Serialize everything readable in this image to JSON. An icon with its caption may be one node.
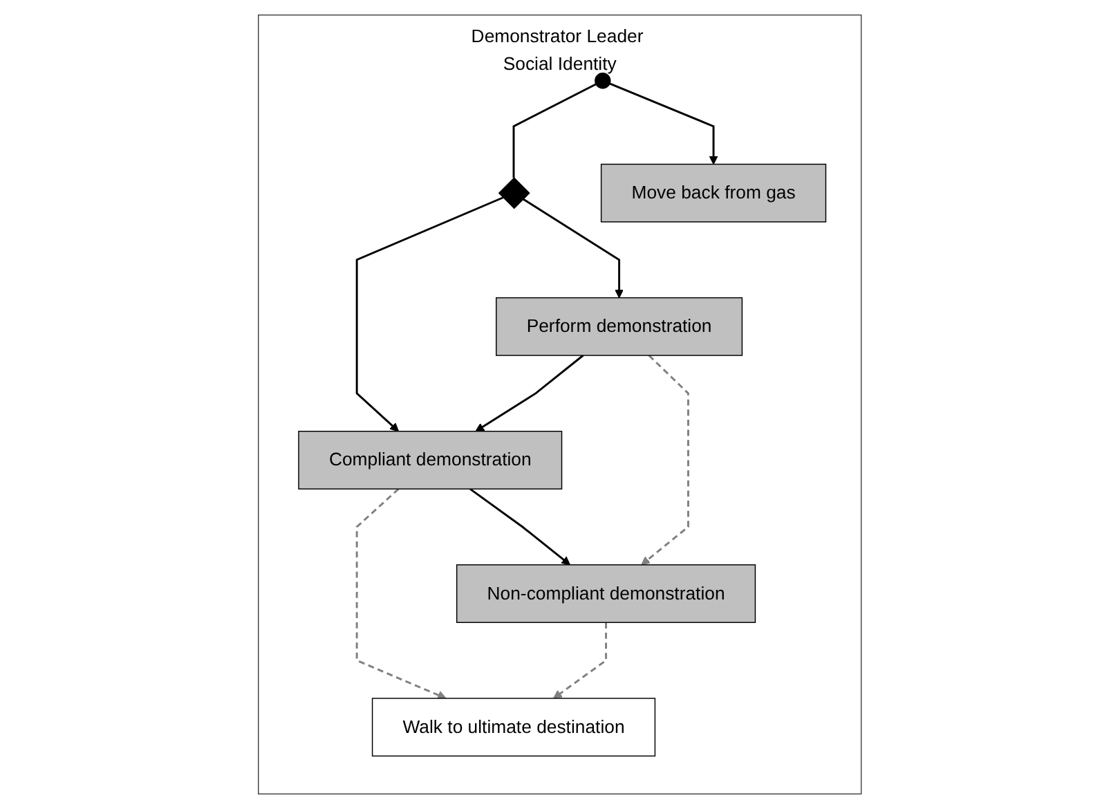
{
  "diagram": {
    "nodes": [
      {
        "text": [
          "Demonstrator Leader Social Identity"
        ]
      },
      {
        "text": [],
        "shape": "circle",
        "in": 0
      },
      {
        "text": [],
        "shape": "diamond",
        "in": 0
      },
      {
        "text": [
          "Perform demonstration"
        ],
        "in": 0
      },
      {
        "text": [
          "Compliant demonstration"
        ],
        "in": 0
      },
      {
        "text": [
          "Non-compliant demonstration"
        ],
        "in": 0
      },
      {
        "text": [
          "Move back from gas"
        ],
        "in": 0
      },
      {
        "text": [
          "Walk to ultimate destination"
        ],
        "in": 0
      }
    ],
    "edges": [
      {
        "from": 1,
        "to": 2,
        "arrow": "none"
      },
      {
        "from": 2,
        "to": 3,
        "arrow": "to"
      },
      {
        "from": 2,
        "to": 4,
        "arrow": "to"
      },
      {
        "from": 1,
        "to": 6,
        "arrow": "to"
      },
      {
        "from": 3,
        "to": 4,
        "arrow": "to"
      },
      {
        "from": 4,
        "to": 5,
        "arrow": "to"
      },
      {
        "from": 3,
        "to": 5,
        "arrow": "to",
        "style": "dashed",
        "color": "#808080"
      },
      {
        "from": 4,
        "to": 7,
        "arrow": "to",
        "style": "dashed",
        "color": "#808080"
      },
      {
        "from": 5,
        "to": 7,
        "arrow": "to",
        "style": "dashed",
        "color": "#808080"
      }
    ]
  }
}
